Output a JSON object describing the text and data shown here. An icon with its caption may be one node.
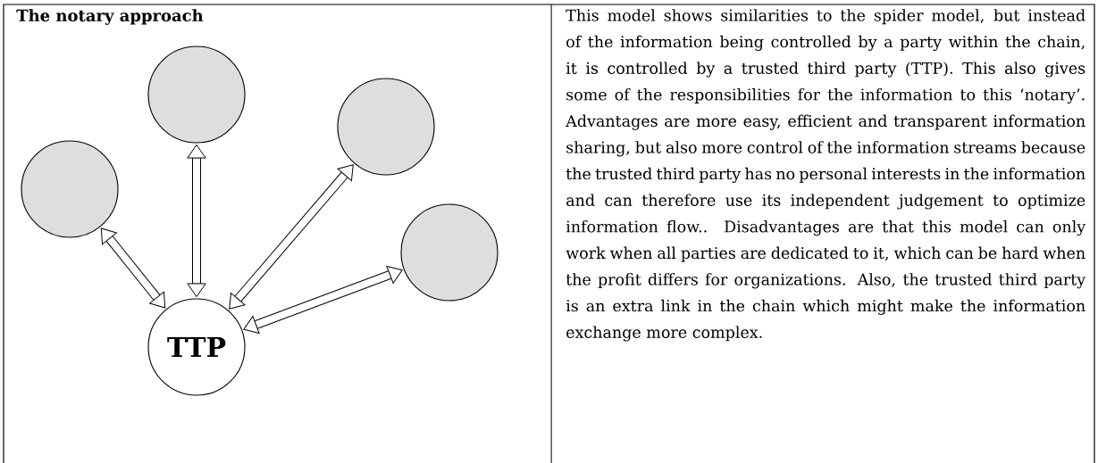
{
  "diagram": {
    "nodes": [
      {
        "text": [],
        "shape": "circle"
      },
      {
        "text": [],
        "shape": "circle"
      },
      {
        "text": [],
        "shape": "circle"
      },
      {
        "text": [],
        "shape": "circle"
      },
      {
        "text": [
          "TTP"
        ]
      }
    ],
    "edges": [
      {
        "from": 4,
        "to": 0,
        "arrow": "both"
      },
      {
        "from": 4,
        "to": 1,
        "arrow": "both"
      },
      {
        "from": 4,
        "to": 2,
        "arrow": "both"
      },
      {
        "from": 4,
        "to": 3,
        "arrow": "both"
      }
    ],
    "labels": [
      "The notary approach",
      "This model shows similarities to the spider model, but instead of the information being controlled by a party within the chain, it is controlled by a trusted third party (TTP). This also gives some of the responsibilities for the information to this ‘notary’. Advantages are more easy, efficient and transparent information sharing, but also more control of the information streams because the trusted third party has no personal interests in the information and can therefore use its independent judgement to optimize information flow.. Disadvantages are that this model can only work when all parties are dedicated to it, which can be hard when the profit differs for organizations. Also, the trusted third party is an extra link in the chain which might make the information exchange more complex."
    ]
  }
}
